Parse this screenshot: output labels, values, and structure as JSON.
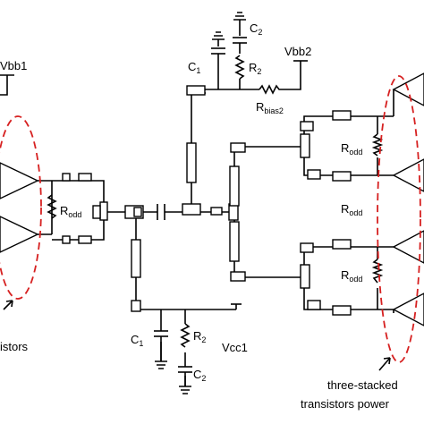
{
  "labels": {
    "vbb1": "Vbb1",
    "vbb2": "Vbb2",
    "vcc1": "Vcc1",
    "c1": "C",
    "c1_sub": "1",
    "c2": "C",
    "c2_sub": "2",
    "r2": "R",
    "r2_sub": "2",
    "rbias": "R",
    "rbias_sub": "bias2",
    "rodd": "R",
    "rodd_sub": "odd"
  },
  "annotations": {
    "left_partial": "istors",
    "right_line1": "three-stacked",
    "right_line2": "transistors power"
  },
  "colors": {
    "wire": "#000000",
    "annotation_dash": "#d62020"
  }
}
